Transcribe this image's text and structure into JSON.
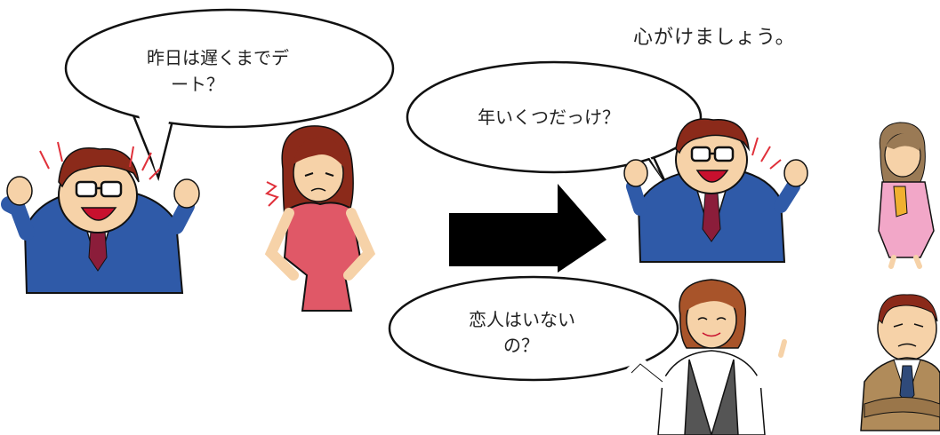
{
  "heading": {
    "text": "心がけましょう。"
  },
  "bubbles": {
    "bubble1": {
      "line1": "昨日は遅くまでデ",
      "line2": "ート？"
    },
    "bubble2": {
      "line1": "年いくつだっけ？"
    },
    "bubble3": {
      "line1": "恋人はいない",
      "line2": "の？"
    }
  },
  "colors": {
    "suit": "#2f5aa8",
    "hair_brown": "#8b2a1a",
    "skin": "#f6d2a8",
    "red_dress": "#e05867",
    "arrow": "#000000",
    "pink_dress": "#f2a7c8",
    "vest_gray": "#555555",
    "tan_suit": "#b08b5a"
  },
  "icons": {
    "arrow": "right-arrow-icon"
  }
}
